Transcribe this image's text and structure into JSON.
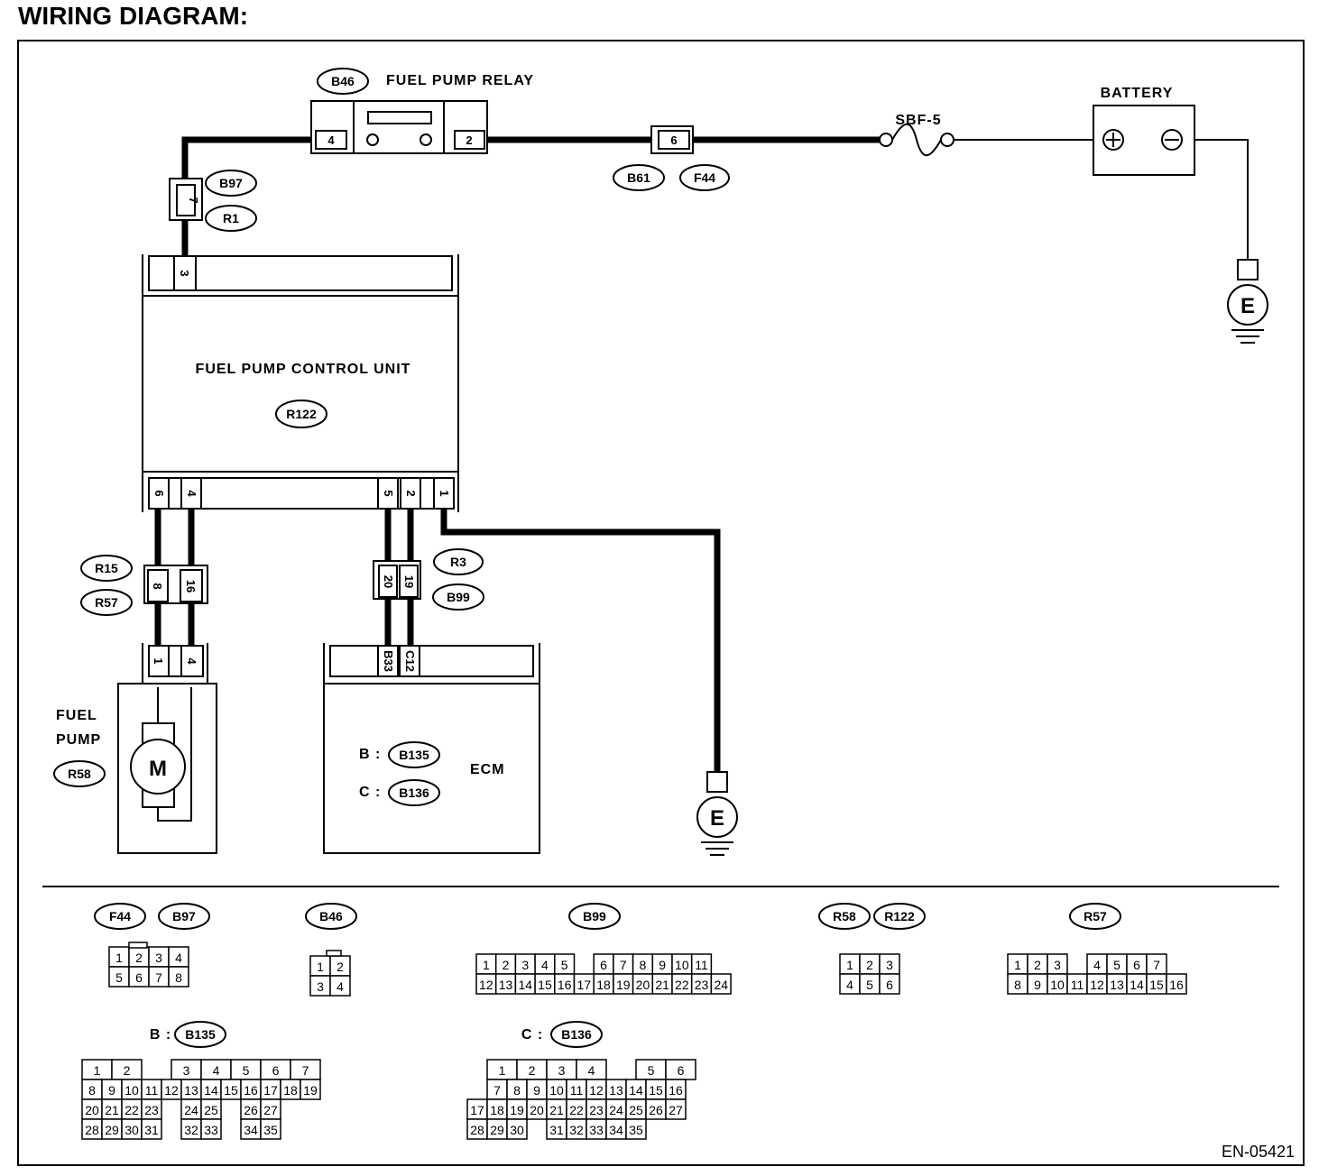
{
  "title": "WIRING DIAGRAM:",
  "footer_code": "EN-05421",
  "components": {
    "relay": {
      "name": "FUEL PUMP RELAY",
      "connector": "B46",
      "pin_left": "4",
      "pin_right": "2"
    },
    "battery": {
      "name": "BATTERY"
    },
    "fuse": {
      "name": "SBF-5"
    },
    "inline_b61": {
      "connectors": [
        "B61",
        "F44"
      ],
      "pin": "6"
    },
    "inline_b97": {
      "connectors": [
        "B97",
        "R1"
      ],
      "pin": "7"
    },
    "fpcu": {
      "name": "FUEL PUMP CONTROL UNIT",
      "connector": "R122",
      "top_pin": "3",
      "bottom_pins": [
        "6",
        "4",
        "5",
        "2",
        "1"
      ]
    },
    "inline_r15": {
      "connectors": [
        "R15",
        "R57"
      ],
      "pins": [
        "8",
        "16"
      ]
    },
    "inline_r3": {
      "connectors": [
        "R3",
        "B99"
      ],
      "pins": [
        "20",
        "19"
      ]
    },
    "fuel_pump": {
      "name_line1": "FUEL",
      "name_line2": "PUMP",
      "connector": "R58",
      "pins": [
        "1",
        "4"
      ],
      "motor": "M"
    },
    "ecm": {
      "name": "ECM",
      "pins": [
        "B33",
        "C12"
      ],
      "b_prefix": "B :",
      "b_connector": "B135",
      "c_prefix": "C :",
      "c_connector": "B136"
    },
    "ground_symbol": "E"
  },
  "connector_views": [
    {
      "labels": [
        "F44",
        "B97"
      ],
      "rows": [
        [
          "1",
          "2",
          "3",
          "4"
        ],
        [
          "5",
          "6",
          "7",
          "8"
        ]
      ]
    },
    {
      "labels": [
        "B46"
      ],
      "rows": [
        [
          "1",
          "2"
        ],
        [
          "3",
          "4"
        ]
      ]
    },
    {
      "labels": [
        "B99"
      ],
      "rows": [
        [
          "1",
          "2",
          "3",
          "4",
          "5",
          "",
          "6",
          "7",
          "8",
          "9",
          "10",
          "11"
        ],
        [
          "12",
          "13",
          "14",
          "15",
          "16",
          "17",
          "18",
          "19",
          "20",
          "21",
          "22",
          "23",
          "24"
        ]
      ]
    },
    {
      "labels": [
        "R58",
        "R122"
      ],
      "rows": [
        [
          "1",
          "2",
          "3"
        ],
        [
          "4",
          "5",
          "6"
        ]
      ]
    },
    {
      "labels": [
        "R57"
      ],
      "rows": [
        [
          "1",
          "2",
          "3",
          "",
          "4",
          "5",
          "6",
          "7"
        ],
        [
          "8",
          "9",
          "10",
          "11",
          "12",
          "13",
          "14",
          "15",
          "16"
        ]
      ]
    },
    {
      "prefix": "B :",
      "labels": [
        "B135"
      ],
      "rows": [
        [
          "1",
          "2",
          "",
          "3",
          "4",
          "5",
          "6",
          "7"
        ],
        [
          "8",
          "9",
          "10",
          "11",
          "12",
          "13",
          "14",
          "15",
          "16",
          "17",
          "18",
          "19"
        ],
        [
          "20",
          "21",
          "22",
          "23",
          "",
          "24",
          "25",
          "",
          "26",
          "27"
        ],
        [
          "28",
          "29",
          "30",
          "31",
          "",
          "32",
          "33",
          "",
          "34",
          "35"
        ]
      ]
    },
    {
      "prefix": "C :",
      "labels": [
        "B136"
      ],
      "rows": [
        [
          "1",
          "2",
          "3",
          "4",
          "",
          "5",
          "6"
        ],
        [
          "7",
          "8",
          "9",
          "10",
          "11",
          "12",
          "13",
          "14",
          "15",
          "16"
        ],
        [
          "17",
          "18",
          "19",
          "20",
          "21",
          "22",
          "23",
          "24",
          "25",
          "26",
          "27"
        ],
        [
          "28",
          "29",
          "30",
          "",
          "31",
          "32",
          "33",
          "34",
          "35"
        ]
      ]
    }
  ]
}
